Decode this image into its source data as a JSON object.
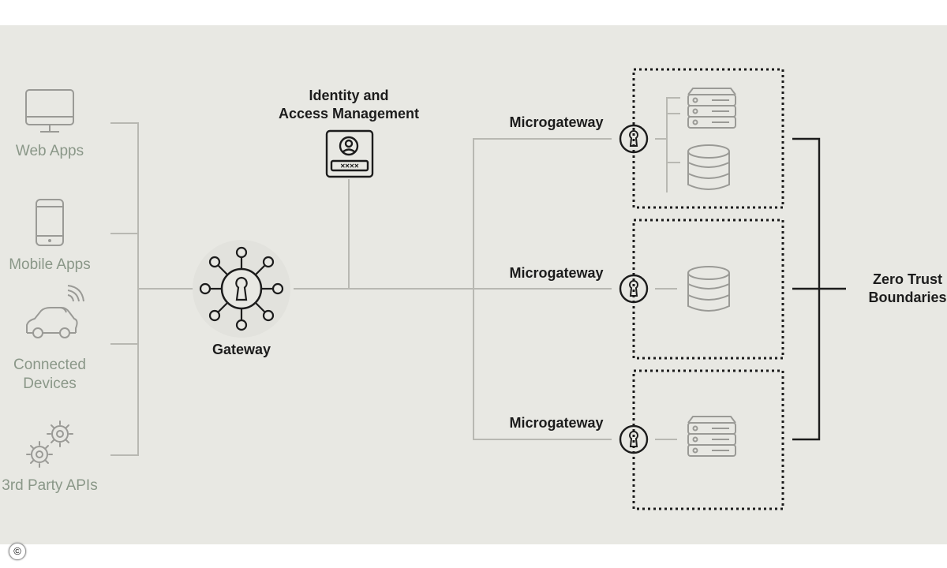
{
  "clients": [
    {
      "label": "Web Apps",
      "icon": "desktop-monitor-icon"
    },
    {
      "label": "Mobile Apps",
      "icon": "smartphone-icon"
    },
    {
      "label": "Connected\nDevices",
      "icon": "connected-car-icon"
    },
    {
      "label": "3rd Party APIs",
      "icon": "gears-icon"
    }
  ],
  "gateway": {
    "label": "Gateway",
    "icon": "keyhole-hub-icon"
  },
  "iam": {
    "label": "Identity and\nAccess Management",
    "icon": "id-badge-password-icon"
  },
  "microgateways": [
    {
      "label": "Microgateway",
      "icon": "keyhole-lock-icon",
      "resources": [
        "server-rack-icon",
        "database-icon"
      ]
    },
    {
      "label": "Microgateway",
      "icon": "keyhole-lock-icon",
      "resources": [
        "database-icon"
      ]
    },
    {
      "label": "Microgateway",
      "icon": "keyhole-lock-icon",
      "resources": [
        "server-rack-icon"
      ]
    }
  ],
  "zero_trust": {
    "label": "Zero Trust\nBoundaries"
  },
  "copyright": {
    "symbol": "©"
  },
  "colors": {
    "background": "#e8e8e3",
    "muted_line": "#b8b8b2",
    "dark_line": "#1c1c1c",
    "client_text": "#8a9788",
    "icon_gray": "#9a9a96"
  }
}
